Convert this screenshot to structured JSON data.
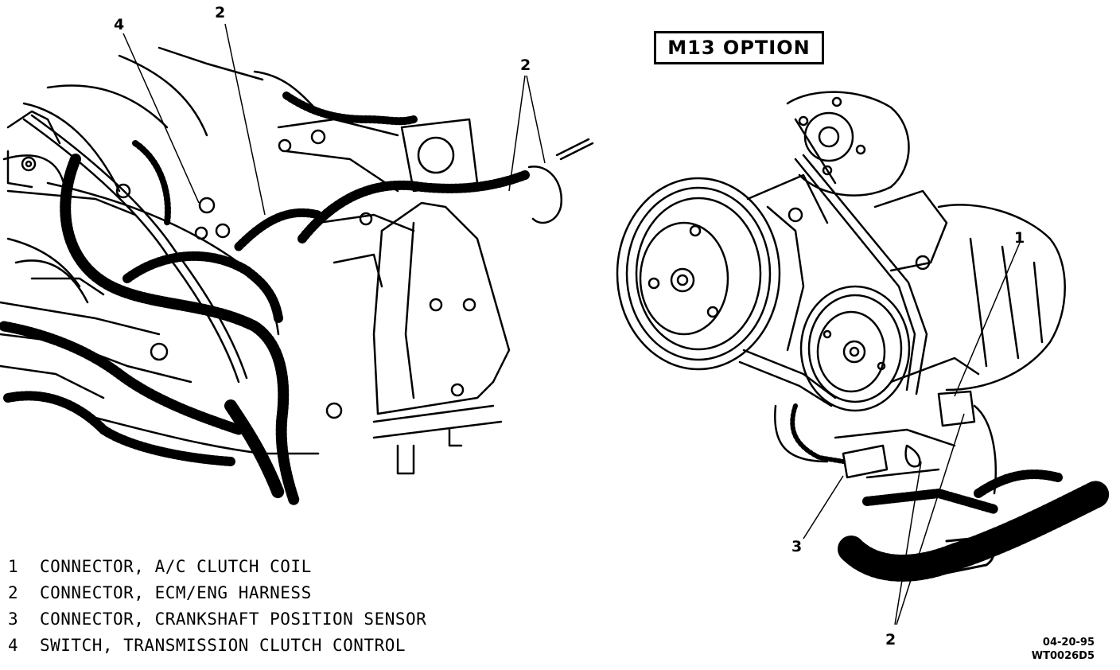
{
  "option_label": "M13 OPTION",
  "callouts": {
    "left_2": "2",
    "left_4": "4",
    "left_2b": "2",
    "right_1": "1",
    "right_3": "3",
    "right_2": "2"
  },
  "legend": [
    {
      "num": "1",
      "text": "CONNECTOR, A/C CLUTCH COIL"
    },
    {
      "num": "2",
      "text": "CONNECTOR, ECM/ENG HARNESS"
    },
    {
      "num": "3",
      "text": "CONNECTOR, CRANKSHAFT POSITION SENSOR"
    },
    {
      "num": "4",
      "text": "SWITCH, TRANSMISSION CLUTCH CONTROL"
    }
  ],
  "stamp_date": "04-20-95",
  "stamp_code": "WT0026D5"
}
